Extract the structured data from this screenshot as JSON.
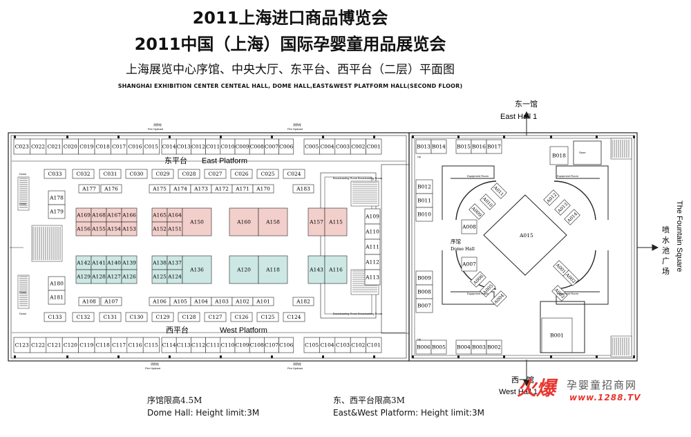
{
  "titles": {
    "line1": "2011上海进口商品博览会",
    "line2": "2011中国（上海）国际孕婴童用品展览会",
    "line3": "上海展览中心序馆、中央大厅、东平台、西平台（二层）平面图",
    "line4": "SHANGHAI EXHIBITION CENTER  CENTEAL HALL, DOME HALL,EAST&WEST PLATFORM HALL(SECOND FLOOR)"
  },
  "labels": {
    "east_hall_cn": "东一馆",
    "east_hall_en": "East Hall 1",
    "west_hall_cn": "西一馆",
    "west_hall_en": "West Hall 1",
    "east_platform_cn": "东平台",
    "east_platform_en": "East  Platform",
    "west_platform_cn": "西平台",
    "west_platform_en": "West  Platform",
    "dome_hall_cn": "序馆",
    "dome_hall_en": "Dome Hall",
    "fountain_en": "The Fountain Square",
    "fountain_cn": "喷水池广场",
    "fire_cn": "消防栓",
    "fire_en": "Fire Hydrant",
    "store": "Store",
    "up": "Up",
    "down": "Down",
    "equipment": "Equipment Room",
    "broadcast": "Broadcasting Room"
  },
  "footer": {
    "dome_cn": "序馆限高4.5M",
    "dome_en": "Dome Hall: Height limit:3M",
    "platform_cn": "东、西平台限高3M",
    "platform_en": "East&West Platform: Height limit:3M"
  },
  "logo": {
    "brand": "火爆",
    "site_cn": "孕婴童招商网",
    "url": "www.1288.TV"
  },
  "booths": {
    "c_top": [
      "C023",
      "C022",
      "C021",
      "C020",
      "C019",
      "C018",
      "C017",
      "C016",
      "C015",
      "C014",
      "C013",
      "C012",
      "C011",
      "C010",
      "C009",
      "C008",
      "C007",
      "C006",
      "C005",
      "C004",
      "C003",
      "C002",
      "C001"
    ],
    "c_row2": [
      "C033",
      "C032",
      "C031",
      "C030",
      "C029",
      "C028",
      "C027",
      "C026",
      "C025",
      "C024"
    ],
    "a_row_top": [
      "A177",
      "A176",
      "A175",
      "A174",
      "A173",
      "A172",
      "A171",
      "A170",
      "A183"
    ],
    "pink_left": [
      "A169",
      "A168",
      "A167",
      "A166",
      "A156",
      "A155",
      "A154",
      "A153"
    ],
    "pink_mid": [
      "A165",
      "A164",
      "A152",
      "A151",
      "A150"
    ],
    "pink_right": [
      "A160",
      "A158"
    ],
    "pink_far": [
      "A157",
      "A115"
    ],
    "teal_left": [
      "A142",
      "A141",
      "A140",
      "A139",
      "A129",
      "A128",
      "A127",
      "A126"
    ],
    "teal_mid": [
      "A138",
      "A137",
      "A125",
      "A124",
      "A136"
    ],
    "teal_right": [
      "A120",
      "A118"
    ],
    "teal_far": [
      "A143",
      "A116"
    ],
    "a_side_left": [
      "A178",
      "A179",
      "A180",
      "A181"
    ],
    "a_side_right": [
      "A109",
      "A110",
      "A111",
      "A112",
      "A113"
    ],
    "a_row_bottom": [
      "A108",
      "A107",
      "A106",
      "A105",
      "A104",
      "A103",
      "A102",
      "A101",
      "A182"
    ],
    "c_row_low": [
      "C133",
      "C132",
      "C131",
      "C130",
      "C129",
      "C128",
      "C127",
      "C126",
      "C125",
      "C124"
    ],
    "c_bottom": [
      "C123",
      "C122",
      "C121",
      "C120",
      "C119",
      "C118",
      "C117",
      "C116",
      "C115",
      "C114",
      "C113",
      "C112",
      "C111",
      "C110",
      "C109",
      "C108",
      "C107",
      "C106",
      "C105",
      "C104",
      "C103",
      "C102",
      "C101"
    ],
    "b_top": [
      "B013",
      "B014",
      "B015",
      "B016",
      "B017",
      "B018"
    ],
    "b_left_top": [
      "B012",
      "B011",
      "B010"
    ],
    "b_left_bottom": [
      "B009",
      "B008",
      "B007"
    ],
    "b_bottom": [
      "B006",
      "B005",
      "B004",
      "B003",
      "B002",
      "B001"
    ],
    "dome": [
      "A011",
      "A010",
      "A009",
      "A008",
      "A012",
      "A013",
      "A014",
      "A015",
      "A007",
      "A006",
      "A005",
      "A004",
      "A001",
      "A002",
      "A003"
    ]
  },
  "colors": {
    "pink": "#f2cfcb",
    "teal": "#cde8e4",
    "logo_red": "#e8352e"
  }
}
